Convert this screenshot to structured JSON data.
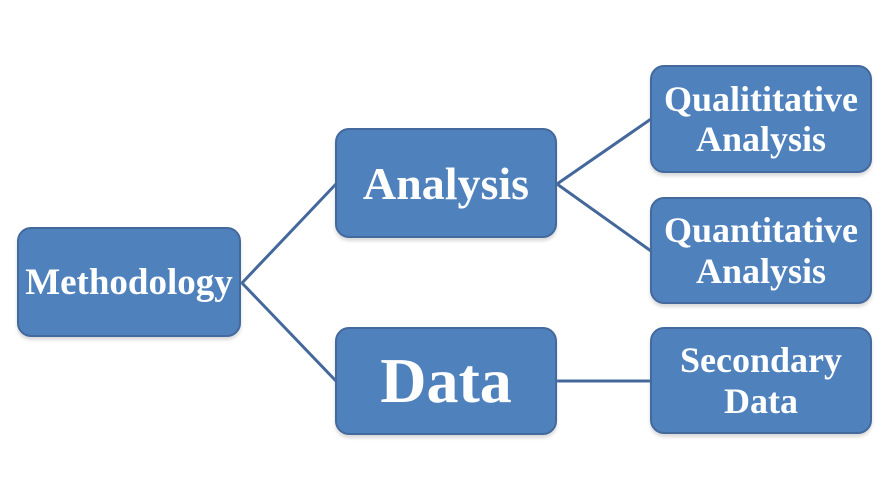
{
  "diagram": {
    "type": "hierarchy-tree",
    "nodes": {
      "root": {
        "label": "Methodology"
      },
      "analysis": {
        "label": "Analysis"
      },
      "data": {
        "label": "Data"
      },
      "qualititative": {
        "line1": "Qualititative",
        "line2": "Analysis"
      },
      "quantitative": {
        "line1": "Quantitative",
        "line2": "Analysis"
      },
      "secondary": {
        "line1": "Secondary",
        "line2": "Data"
      }
    },
    "edges": [
      {
        "from": "Methodology",
        "to": "Analysis"
      },
      {
        "from": "Methodology",
        "to": "Data"
      },
      {
        "from": "Analysis",
        "to": "Qualititative Analysis"
      },
      {
        "from": "Analysis",
        "to": "Quantitative Analysis"
      },
      {
        "from": "Data",
        "to": "Secondary Data"
      }
    ],
    "colors": {
      "box_fill": "#4f81bd",
      "box_border": "#44699c",
      "connector": "#44689b",
      "text": "#ffffff",
      "background": "#ffffff"
    }
  }
}
